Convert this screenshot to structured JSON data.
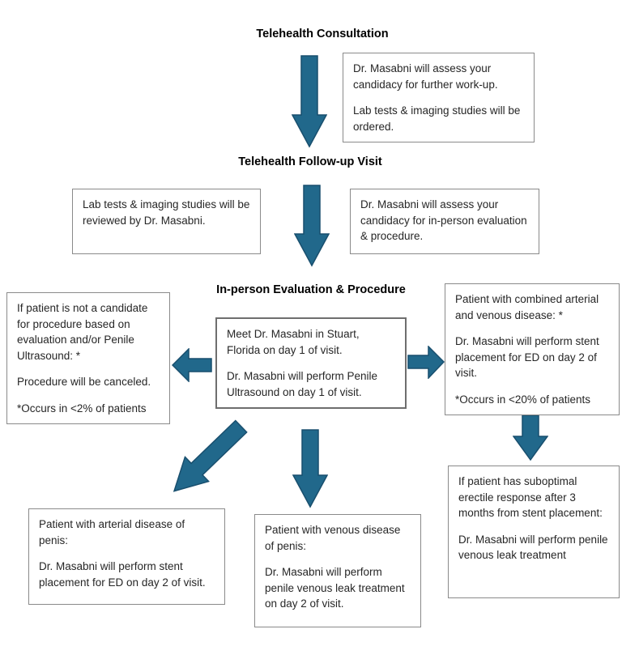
{
  "diagram": {
    "type": "flowchart",
    "subject": "Telehealth ED evaluation and procedure pathway with Dr. Masabni"
  },
  "colors": {
    "bg": "#ffffff",
    "heading": "#000000",
    "text": "#262626",
    "box_border": "#8a8a8a",
    "center_box_border": "#6e6e6e",
    "arrow_fill": "#21688b",
    "arrow_stroke": "#194f6e"
  },
  "headings": {
    "step1": "Telehealth Consultation",
    "step2": "Telehealth Follow-up Visit",
    "step3": "In-person Evaluation & Procedure"
  },
  "boxes": {
    "assessment_workup": {
      "paragraphs": [
        "Dr. Masabni will assess your candidacy for further work-up.",
        "Lab tests & imaging studies will be ordered."
      ]
    },
    "lab_review": {
      "paragraphs": [
        "Lab tests & imaging studies will be reviewed by Dr. Masabni."
      ]
    },
    "assessment_inperson": {
      "paragraphs": [
        "Dr. Masabni will assess your candidacy for in-person evaluation & procedure."
      ]
    },
    "not_candidate": {
      "paragraphs": [
        "If patient is not a candidate for procedure based on evaluation and/or Penile Ultrasound: *",
        "Procedure will be canceled.",
        "*Occurs in <2% of patients"
      ]
    },
    "meet_stuart": {
      "paragraphs": [
        "Meet Dr. Masabni in Stuart, Florida on day 1 of visit.",
        "Dr. Masabni will perform Penile Ultrasound on day 1 of visit."
      ]
    },
    "combined_disease": {
      "paragraphs": [
        "Patient with combined arterial and venous disease: *",
        "Dr. Masabni will perform stent placement for ED on day 2 of visit.",
        "*Occurs in <20% of patients"
      ]
    },
    "arterial_disease": {
      "paragraphs": [
        "Patient with arterial disease of penis:",
        "Dr. Masabni will perform stent placement for ED on day 2 of visit."
      ]
    },
    "venous_disease": {
      "paragraphs": [
        "Patient with venous disease of penis:",
        "Dr. Masabni will perform penile venous leak treatment on day 2 of visit."
      ]
    },
    "suboptimal_response": {
      "paragraphs": [
        "If patient has suboptimal erectile response after 3 months from stent placement:",
        "Dr. Masabni will perform penile venous leak treatment"
      ]
    }
  }
}
